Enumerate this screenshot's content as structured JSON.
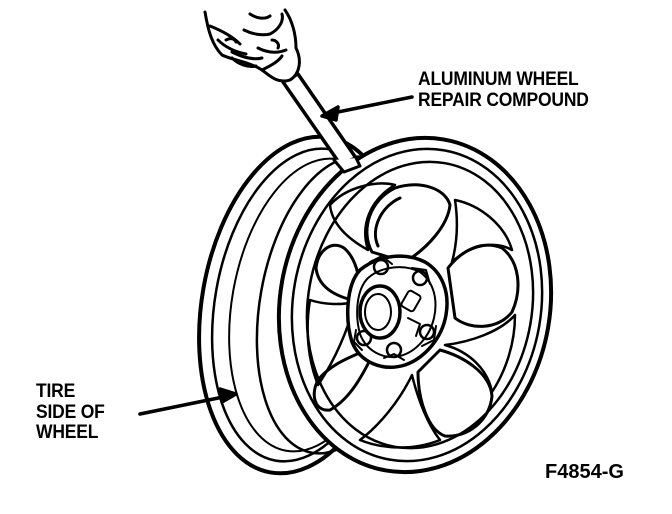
{
  "labels": {
    "compound": [
      "ALUMINUM WHEEL",
      "REPAIR COMPOUND"
    ],
    "tire_side": [
      "TIRE",
      "SIDE OF",
      "WHEEL"
    ],
    "figure_id": "F4854-G"
  },
  "colors": {
    "ink": "#000000",
    "paper": "#ffffff"
  },
  "icons": [
    "hand-icon",
    "applicator-stick-icon",
    "wheel-icon",
    "lug-hub-icon",
    "spoke-icon",
    "leader-arrow-icon"
  ]
}
